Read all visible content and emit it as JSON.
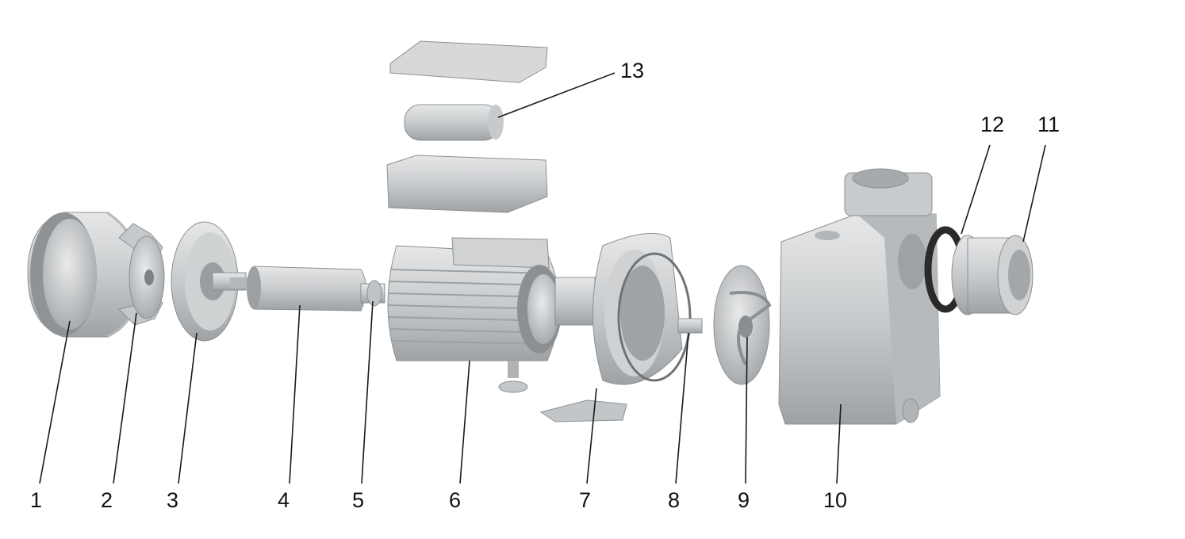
{
  "diagram": {
    "callouts": [
      {
        "id": "1",
        "text": "1"
      },
      {
        "id": "2",
        "text": "2"
      },
      {
        "id": "3",
        "text": "3"
      },
      {
        "id": "4",
        "text": "4"
      },
      {
        "id": "5",
        "text": "5"
      },
      {
        "id": "6",
        "text": "6"
      },
      {
        "id": "7",
        "text": "7"
      },
      {
        "id": "8",
        "text": "8"
      },
      {
        "id": "9",
        "text": "9"
      },
      {
        "id": "10",
        "text": "10"
      },
      {
        "id": "11",
        "text": "11"
      },
      {
        "id": "12",
        "text": "12"
      },
      {
        "id": "13",
        "text": "13"
      }
    ],
    "colors": {
      "background": "#ffffff",
      "metal_dark": "#a9adb0",
      "metal_mid": "#c3c6c8",
      "metal_light": "#d9dbdc",
      "label": "#111111"
    }
  }
}
